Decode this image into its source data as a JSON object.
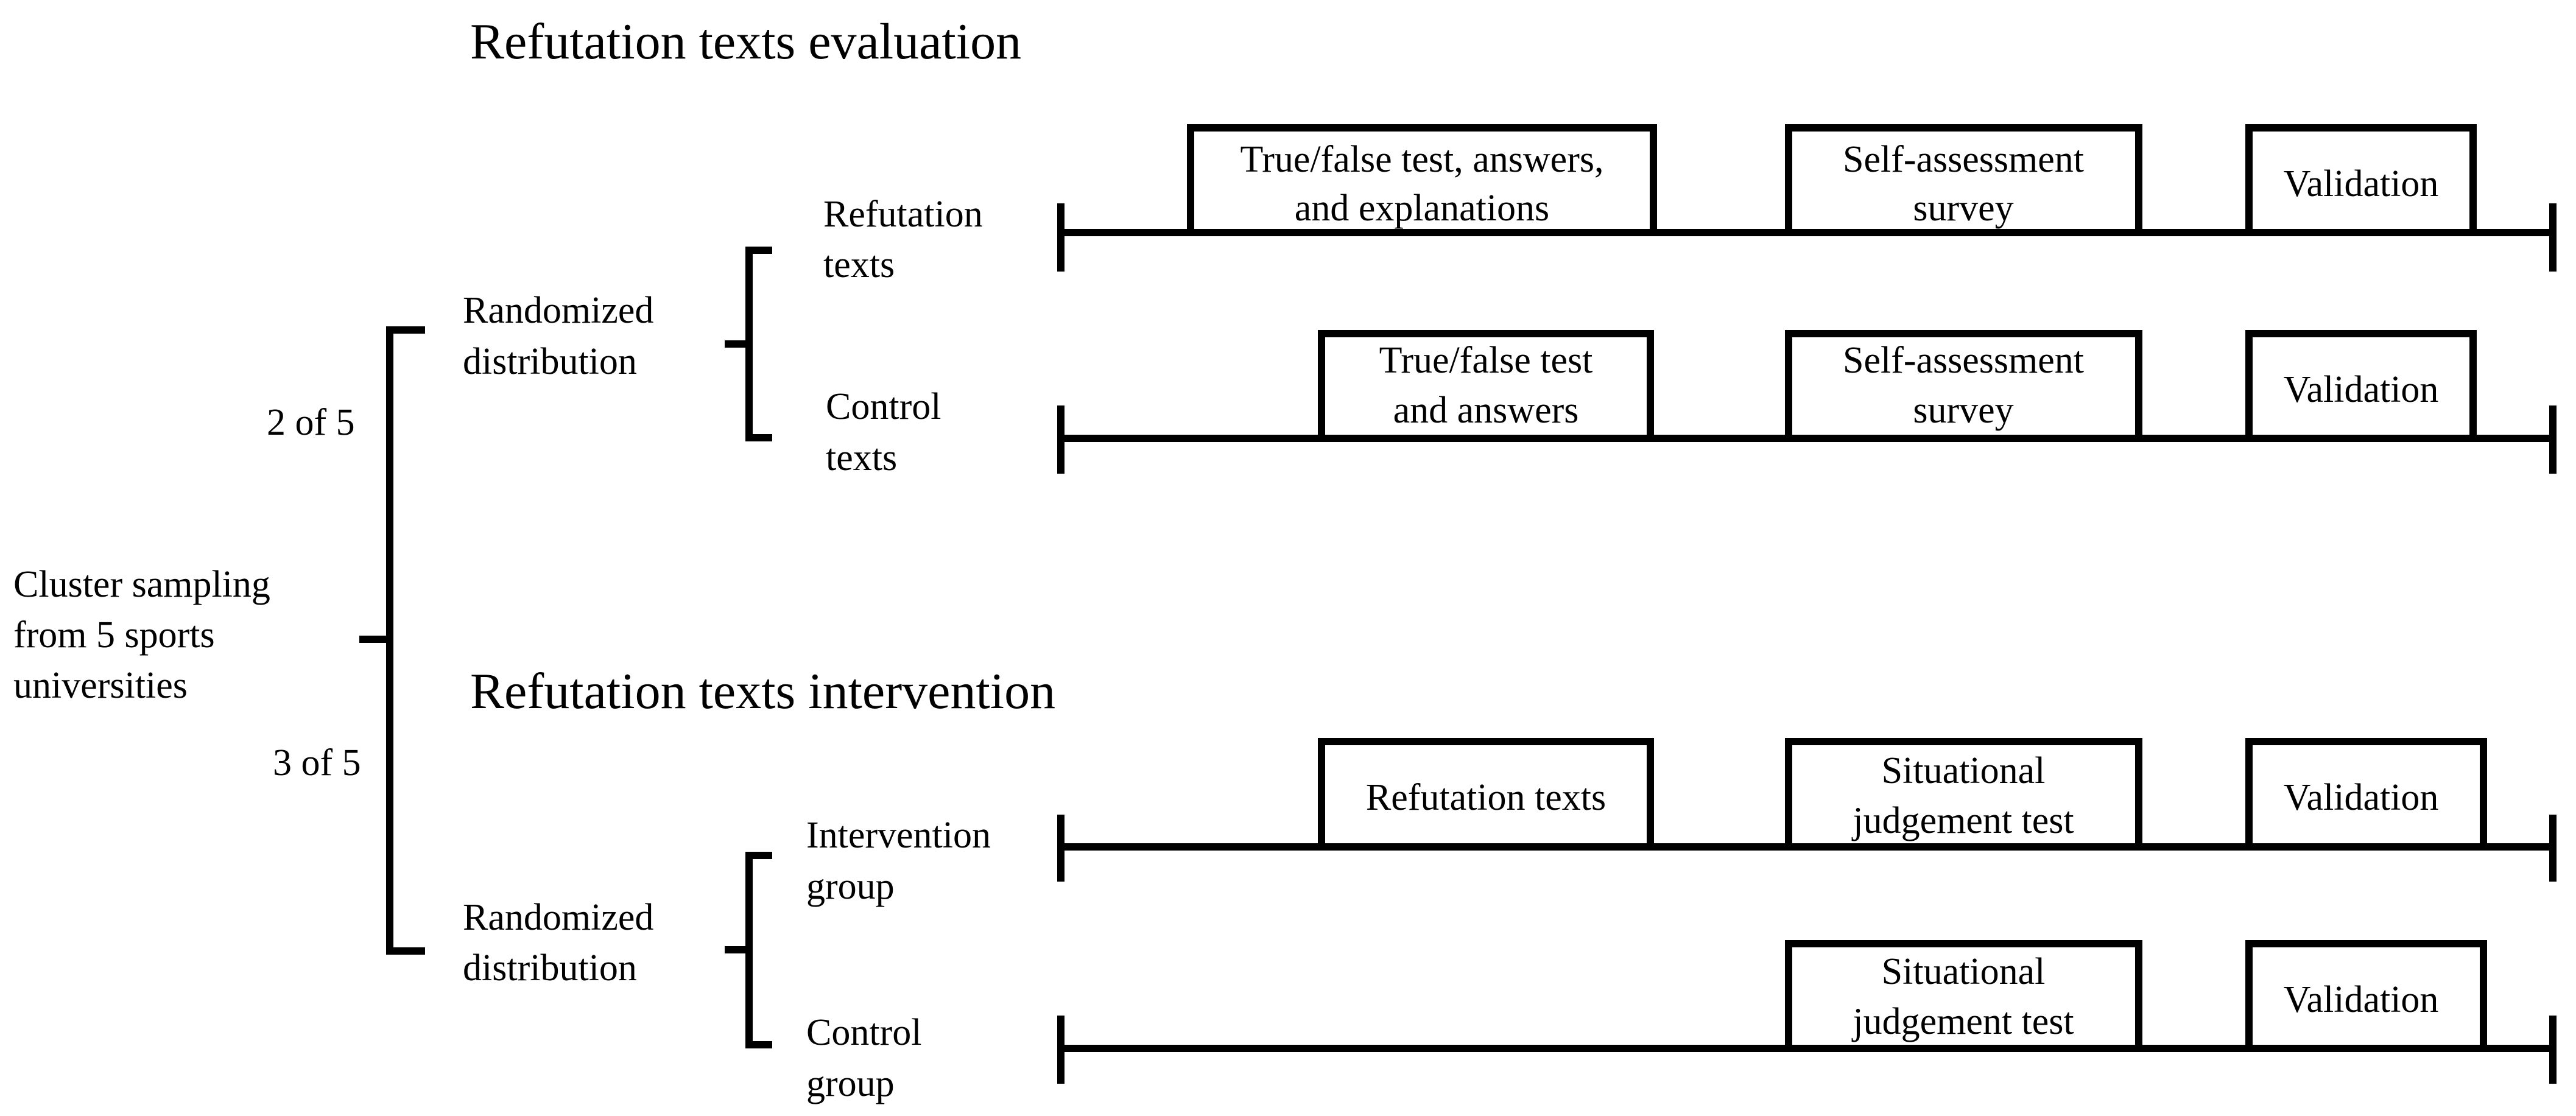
{
  "source": {
    "line1": "Cluster sampling",
    "line2": "from 5 sports",
    "line3": "universities"
  },
  "branches": {
    "upper_label": "2 of 5",
    "lower_label": "3 of 5"
  },
  "evaluation": {
    "title": "Refutation texts evaluation",
    "randomized": {
      "line1": "Randomized",
      "line2": "distribution"
    },
    "refutation_group": {
      "line1": "Refutation",
      "line2": "texts"
    },
    "control_group": {
      "line1": "Control",
      "line2": "texts"
    },
    "refutation_timeline": {
      "step1": {
        "line1": "True/false test, answers,",
        "line2": "and explanations"
      },
      "step2": {
        "line1": "Self-assessment",
        "line2": "survey"
      },
      "step3": {
        "line1": "Validation"
      }
    },
    "control_timeline": {
      "step1": {
        "line1": "True/false test",
        "line2": "and answers"
      },
      "step2": {
        "line1": "Self-assessment",
        "line2": "survey"
      },
      "step3": {
        "line1": "Validation"
      }
    }
  },
  "intervention": {
    "title": "Refutation texts intervention",
    "randomized": {
      "line1": "Randomized",
      "line2": "distribution"
    },
    "intervention_group": {
      "line1": "Intervention",
      "line2": "group"
    },
    "control_group": {
      "line1": "Control",
      "line2": "group"
    },
    "intervention_timeline": {
      "step1": {
        "line1": "Refutation texts"
      },
      "step2": {
        "line1": "Situational",
        "line2": "judgement test"
      },
      "step3": {
        "line1": "Validation"
      }
    },
    "control_timeline": {
      "step1": {
        "line1": "Situational",
        "line2": "judgement test"
      },
      "step2": {
        "line1": "Validation"
      }
    }
  }
}
